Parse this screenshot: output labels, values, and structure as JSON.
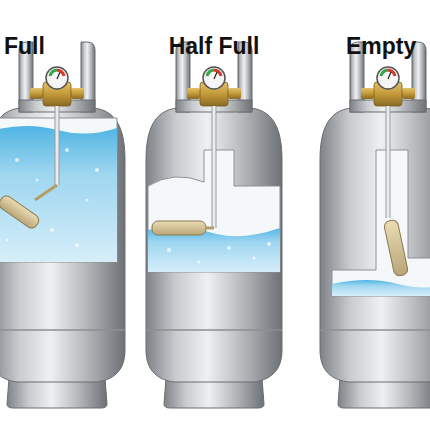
{
  "diagram": {
    "labels": [
      "Full",
      "Half Full",
      "Empty"
    ]
  }
}
